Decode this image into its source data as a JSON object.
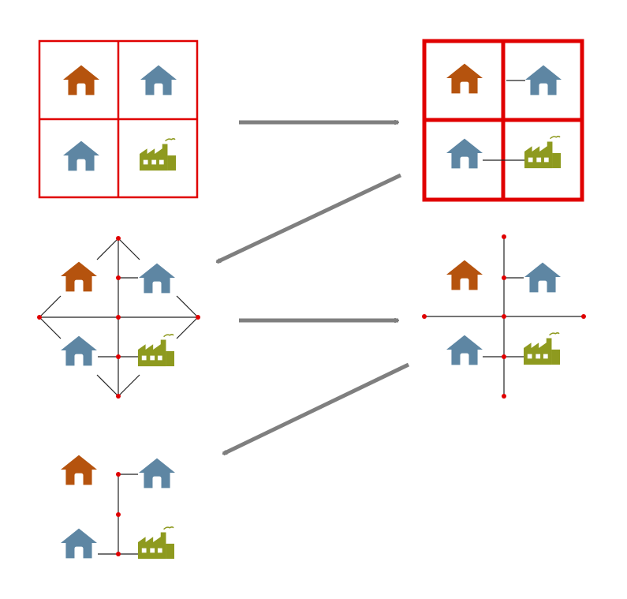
{
  "colors": {
    "grid_red": "#e00000",
    "node_red": "#e00000",
    "edge_black": "#222222",
    "arrow_gray": "#7f7f7f",
    "house_orange": "#b5530e",
    "house_blue": "#5e86a3",
    "factory_olive": "#8e9a1f",
    "background": "#ffffff"
  },
  "icons": {
    "house": "house-icon",
    "factory": "factory-icon"
  },
  "steps": [
    {
      "name": "coarse-grid",
      "icons": [
        "house-orange",
        "house-blue",
        "house-blue",
        "factory"
      ]
    },
    {
      "name": "connected-grid",
      "icons": [
        "house-orange",
        "house-blue",
        "house-blue",
        "factory"
      ]
    },
    {
      "name": "diamond-graph",
      "icons": [
        "house-orange",
        "house-blue",
        "house-blue",
        "factory"
      ]
    },
    {
      "name": "cross-graph",
      "icons": [
        "house-orange",
        "house-blue",
        "house-blue",
        "factory"
      ]
    },
    {
      "name": "pruned-tree",
      "icons": [
        "house-orange",
        "house-blue",
        "house-blue",
        "factory"
      ]
    }
  ]
}
